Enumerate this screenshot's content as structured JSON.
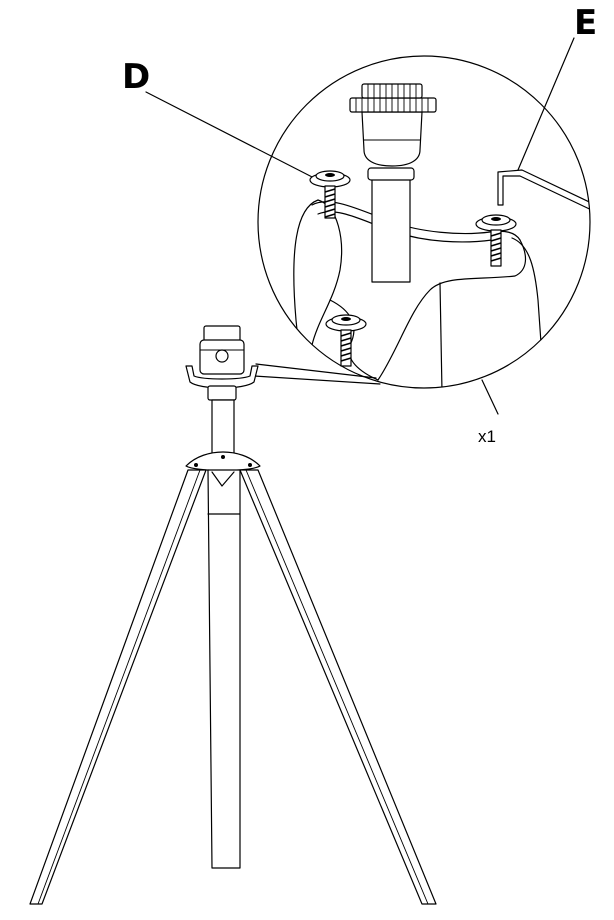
{
  "labels": {
    "part_d": "D",
    "part_e": "E",
    "quantity": "x1"
  },
  "icons": {
    "screw": "screw-icon",
    "hex_key": "allen-key-icon",
    "lamp_holder": "lamp-holder-icon",
    "tripod": "tripod-base-icon"
  }
}
